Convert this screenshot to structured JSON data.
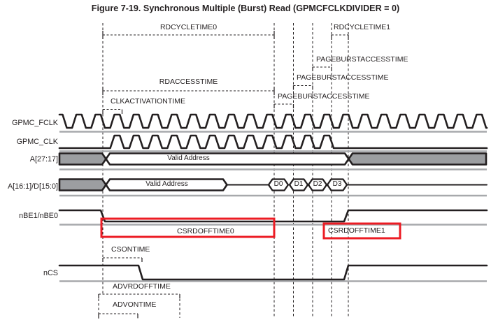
{
  "figure_title": "Figure 7-19. Synchronous Multiple (Burst) Read (GPMCFCLKDIVIDER = 0)",
  "signals": [
    {
      "name": "GPMC_FCLK",
      "type": "clock"
    },
    {
      "name": "GPMC_CLK",
      "type": "clock"
    },
    {
      "name": "A[27:17]",
      "type": "bus"
    },
    {
      "name": "A[16:1]/D[15:0]",
      "type": "bus"
    },
    {
      "name": "nBE1/nBE0",
      "type": "digital"
    },
    {
      "name": "nCS",
      "type": "digital"
    }
  ],
  "timing_labels": {
    "rdcycletime0": "RDCYCLETIME0",
    "rdcycletime1": "RDCYCLETIME1",
    "pageburstaccesstime": "PAGEBURSTACCESSTIME",
    "rdaccesstime": "RDACCESSTIME",
    "clkactivationtime": "CLKACTIVATIONTIME",
    "csrdofftime0": "CSRDOFFTIME0",
    "csrdofftime1": "CSRDOFFTIME1",
    "csontime": "CSONTIME",
    "advrdofftime": "ADVRDOFFTIME",
    "advontime": "ADVONTIME"
  },
  "bus_values": {
    "valid_address": "Valid Address",
    "data_beats": [
      "D0",
      "D1",
      "D2",
      "D3"
    ]
  },
  "colors": {
    "waveform": "#231f20",
    "invalid_gray": "#9c9ea1",
    "baseline_gray": "#a7a9ac",
    "highlight_red": "#ec1c24",
    "background": "#ffffff"
  }
}
